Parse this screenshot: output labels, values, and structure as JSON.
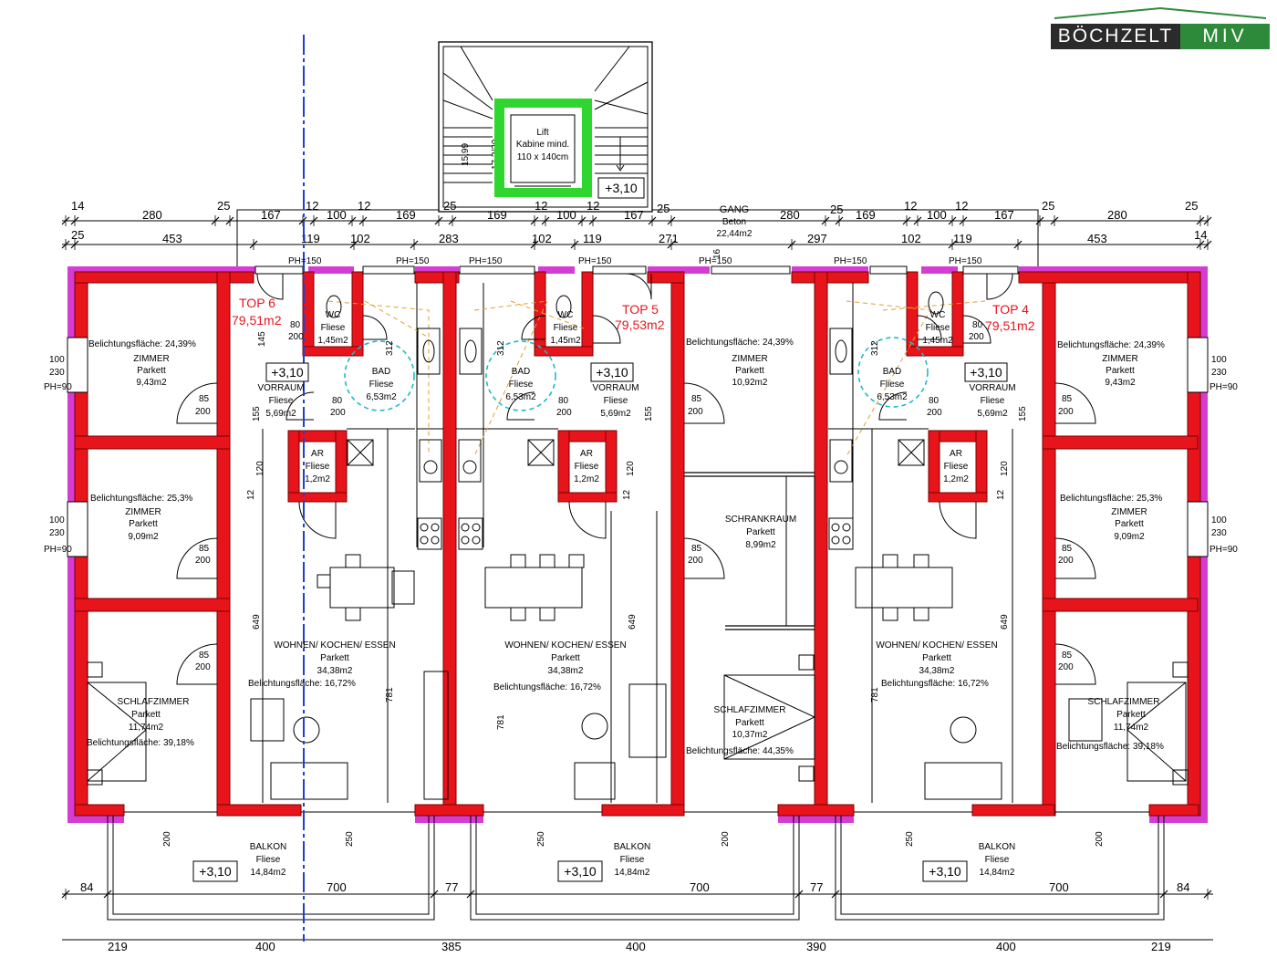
{
  "logo": {
    "part1": "BÖCHZELT",
    "part2": "MIV"
  },
  "stair": {
    "lift_title": "Lift",
    "lift_line2": "Kabine mind.",
    "lift_line3": "110 x 140cm",
    "level": "+3,10",
    "steps_label": "15,99",
    "steps_label2": "17,2/30"
  },
  "gang": {
    "title": "GANG",
    "material": "Beton",
    "area": "22,44m2"
  },
  "units": {
    "top6": {
      "label": "TOP 6",
      "area": "79,51m2"
    },
    "top5": {
      "label": "TOP 5",
      "area": "79,53m2"
    },
    "top4": {
      "label": "TOP 4",
      "area": "79,51m2"
    }
  },
  "rooms": {
    "zimmer_left_1": {
      "light": "Belichtungsfläche: 24,39%",
      "name": "ZIMMER",
      "floor": "Parkett",
      "area": "9,43m2"
    },
    "zimmer_left_2": {
      "light": "Belichtungsfläche: 25,3%",
      "name": "ZIMMER",
      "floor": "Parkett",
      "area": "9,09m2"
    },
    "schlaf_left": {
      "name": "SCHLAFZIMMER",
      "floor": "Parkett",
      "area": "11,74m2",
      "light": "Belichtungsfläche: 39,18%"
    },
    "wohnen_left": {
      "name": "WOHNEN/ KOCHEN/ ESSEN",
      "floor": "Parkett",
      "area": "34,38m2",
      "light": "Belichtungsfläche: 16,72%"
    },
    "wc_left": {
      "name": "WC",
      "floor": "Fliese",
      "area": "1,45m2"
    },
    "bad_left": {
      "name": "BAD",
      "floor": "Fliese",
      "area": "6,53m2"
    },
    "vorraum_left": {
      "name": "VORRAUM",
      "floor": "Fliese",
      "area": "5,69m2"
    },
    "ar_left": {
      "name": "AR",
      "floor": "Fliese",
      "area": "1,2m2"
    },
    "wc_mid": {
      "name": "WC",
      "floor": "Fliese",
      "area": "1,45m2"
    },
    "bad_mid": {
      "name": "BAD",
      "floor": "Fliese",
      "area": "6,53m2"
    },
    "vorraum_mid": {
      "name": "VORRAUM",
      "floor": "Fliese",
      "area": "5,69m2"
    },
    "ar_mid": {
      "name": "AR",
      "floor": "Fliese",
      "area": "1,2m2"
    },
    "wohnen_mid": {
      "name": "WOHNEN/ KOCHEN/ ESSEN",
      "floor": "Parkett",
      "area": "34,38m2",
      "light": "Belichtungsfläche: 16,72%"
    },
    "zimmer_mid": {
      "light": "Belichtungsfläche: 24,39%",
      "name": "ZIMMER",
      "floor": "Parkett",
      "area": "10,92m2"
    },
    "schrank_mid": {
      "name": "SCHRANKRAUM",
      "floor": "Parkett",
      "area": "8,99m2"
    },
    "schlaf_mid": {
      "name": "SCHLAFZIMMER",
      "floor": "Parkett",
      "area": "10,37m2",
      "light": "Belichtungsfläche: 44,35%"
    },
    "wc_right": {
      "name": "WC",
      "floor": "Fliese",
      "area": "1,45m2"
    },
    "bad_right": {
      "name": "BAD",
      "floor": "Fliese",
      "area": "6,53m2"
    },
    "vorraum_right": {
      "name": "VORRAUM",
      "floor": "Fliese",
      "area": "5,69m2"
    },
    "ar_right": {
      "name": "AR",
      "floor": "Fliese",
      "area": "1,2m2"
    },
    "wohnen_right": {
      "name": "WOHNEN/ KOCHEN/ ESSEN",
      "floor": "Parkett",
      "area": "34,38m2",
      "light": "Belichtungsfläche: 16,72%"
    },
    "zimmer_right_1": {
      "light": "Belichtungsfläche: 24,39%",
      "name": "ZIMMER",
      "floor": "Parkett",
      "area": "9,43m2"
    },
    "zimmer_right_2": {
      "light": "Belichtungsfläche: 25,3%",
      "name": "ZIMMER",
      "floor": "Parkett",
      "area": "9,09m2"
    },
    "schlaf_right": {
      "name": "SCHLAFZIMMER",
      "floor": "Parkett",
      "area": "11,74m2",
      "light": "Belichtungsfläche: 39,18%"
    }
  },
  "balconies": {
    "left": {
      "name": "BALKON",
      "floor": "Fliese",
      "area": "14,84m2",
      "level": "+3,10"
    },
    "mid": {
      "name": "BALKON",
      "floor": "Fliese",
      "area": "14,84m2",
      "level": "+3,10"
    },
    "right": {
      "name": "BALKON",
      "floor": "Fliese",
      "area": "14,84m2",
      "level": "+3,10"
    }
  },
  "levels": {
    "top6": "+3,10",
    "top5": "+3,10",
    "top4": "+3,10"
  },
  "dims": {
    "top_row1": [
      "14",
      "280",
      "25",
      "167",
      "12",
      "100",
      "12",
      "169",
      "25",
      "169",
      "12",
      "100",
      "12",
      "167",
      "25",
      "280",
      "25",
      "169",
      "12",
      "100",
      "12",
      "167",
      "25",
      "280",
      "25"
    ],
    "top_row2": [
      "25",
      "453",
      "119",
      "102",
      "283",
      "102",
      "119",
      "271",
      "297",
      "102",
      "119",
      "453",
      "14"
    ],
    "ph150": "PH=150",
    "ph90": "PH=90",
    "win_100": "100",
    "win_230": "230",
    "door_85": "85",
    "door_200": "200",
    "door_80": "80",
    "d_145": "145",
    "d_312": "312",
    "d_155": "155",
    "d_120": "120",
    "d_12": "12",
    "d_649": "649",
    "d_781": "781",
    "d_250": "250",
    "d_200": "200",
    "d_16": "16",
    "bottom_row1": [
      "84",
      "700",
      "77",
      "700",
      "77",
      "700",
      "84"
    ],
    "bottom_row2": [
      "219",
      "400",
      "385",
      "400",
      "390",
      "400",
      "219"
    ]
  }
}
